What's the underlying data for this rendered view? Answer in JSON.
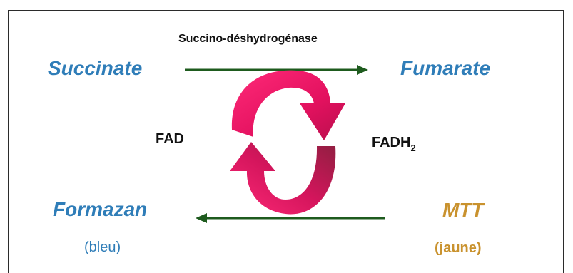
{
  "diagram": {
    "enzyme": "Succino-déshydrogénase",
    "top_left": "Succinate",
    "top_right": "Fumarate",
    "cofactor_left": "FAD",
    "cofactor_right_base": "FADH",
    "cofactor_right_subscript": "2",
    "bottom_left": "Formazan",
    "bottom_left_note": "(bleu)",
    "bottom_right": "MTT",
    "bottom_right_note": "(jaune)",
    "colors": {
      "compound_blue": "#2f7db8",
      "compound_gold": "#c9922e",
      "reaction_arrow": "#1e5b1e",
      "cycle_arrow": "#e3115f"
    }
  }
}
